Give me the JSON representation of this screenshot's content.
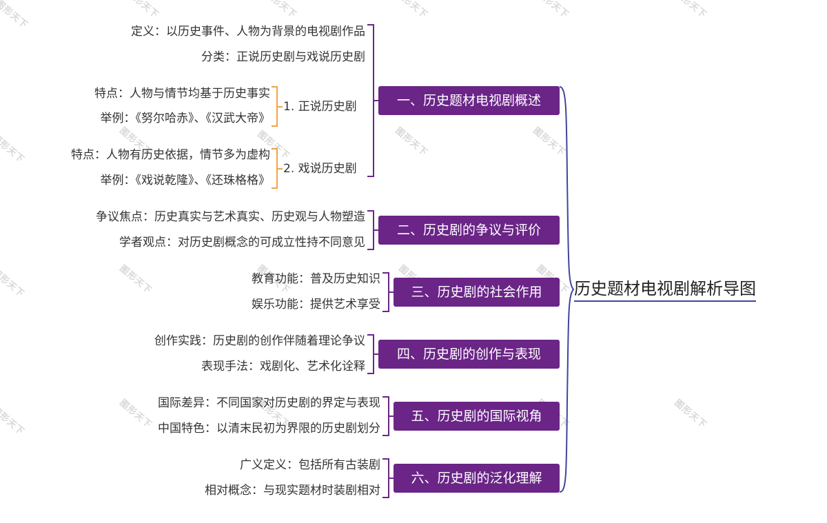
{
  "colors": {
    "topic_fill": "#6a2587",
    "topic_text": "#ffffff",
    "primary_bracket": "#6a2587",
    "secondary_bracket": "#f0a448",
    "root_connector": "#3f459c",
    "leaf_text": "#333333"
  },
  "watermark": "图形天下",
  "root": {
    "title": "历史题材电视剧解析导图"
  },
  "topics": [
    {
      "label": "一、历史题材电视剧概述",
      "items": [
        {
          "text": "定义：以历史事件、人物为背景的电视剧作品"
        },
        {
          "text": "分类：正说历史剧与戏说历史剧"
        }
      ],
      "subtopics": [
        {
          "label": "1. 正说历史剧",
          "items": [
            {
              "text": "特点：人物与情节均基于历史事实"
            },
            {
              "text": "举例：《努尔哈赤》、《汉武大帝》"
            }
          ]
        },
        {
          "label": "2. 戏说历史剧",
          "items": [
            {
              "text": "特点：人物有历史依据，情节多为虚构"
            },
            {
              "text": "举例：《戏说乾隆》、《还珠格格》"
            }
          ]
        }
      ]
    },
    {
      "label": "二、历史剧的争议与评价",
      "items": [
        {
          "text": "争议焦点：历史真实与艺术真实、历史观与人物塑造"
        },
        {
          "text": "学者观点：对历史剧概念的可成立性持不同意见"
        }
      ]
    },
    {
      "label": "三、历史剧的社会作用",
      "items": [
        {
          "text": "教育功能：普及历史知识"
        },
        {
          "text": "娱乐功能：提供艺术享受"
        }
      ]
    },
    {
      "label": "四、历史剧的创作与表现",
      "items": [
        {
          "text": "创作实践：历史剧的创作伴随着理论争议"
        },
        {
          "text": "表现手法：戏剧化、艺术化诠释"
        }
      ]
    },
    {
      "label": "五、历史剧的国际视角",
      "items": [
        {
          "text": "国际差异：不同国家对历史剧的界定与表现"
        },
        {
          "text": "中国特色：以清末民初为界限的历史剧划分"
        }
      ]
    },
    {
      "label": "六、历史剧的泛化理解",
      "items": [
        {
          "text": "广义定义：包括所有古装剧"
        },
        {
          "text": "相对概念：与现实题材时装剧相对"
        }
      ]
    }
  ]
}
